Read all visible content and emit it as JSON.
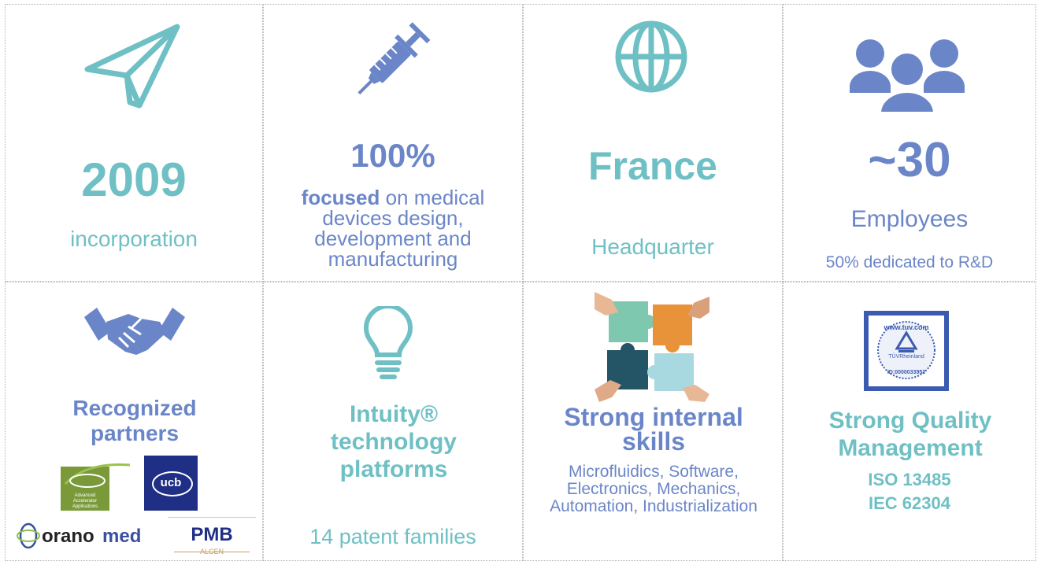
{
  "colors": {
    "teal": "#6fc0c4",
    "blue": "#6b86c8"
  },
  "cells": {
    "founded": {
      "value": "2009",
      "label": "incorporation",
      "icon": "paper-plane-icon"
    },
    "focus": {
      "value": "100%",
      "label_bold": "focused",
      "label_rest": "on medical devices design, development and manufacturing",
      "icon": "syringe-icon"
    },
    "location": {
      "value": "France",
      "label": "Headquarter",
      "icon": "globe-icon"
    },
    "team": {
      "value": "~30",
      "label": "Employees",
      "sub": "50% dedicated to R&D",
      "icon": "people-icon"
    },
    "partners": {
      "title": "Recognized partners",
      "icon": "handshake-icon",
      "logos": {
        "aaa": "Advanced Accelerator Applications",
        "ucb": "ucb",
        "orano_a": "orano",
        "orano_b": "med",
        "pmb": "PMB",
        "alcen": "ALCEN"
      }
    },
    "technology": {
      "title": "Intuity® technology platforms",
      "sub": "14 patent families",
      "icon": "lightbulb-icon"
    },
    "skills": {
      "title": "Strong internal skills",
      "sub": "Microfluidics, Software, Electronics, Mechanics, Automation, Industrialization",
      "icon": "puzzle-hands-icon"
    },
    "quality": {
      "title": "Strong Quality Management",
      "iso": "ISO 13485",
      "iec": "IEC 62304",
      "icon": "tuv-certificate-icon",
      "seal": {
        "top": "www.tuv.com",
        "mid": "TÜVRheinland",
        "bottom": "ID:0000033952"
      }
    }
  }
}
